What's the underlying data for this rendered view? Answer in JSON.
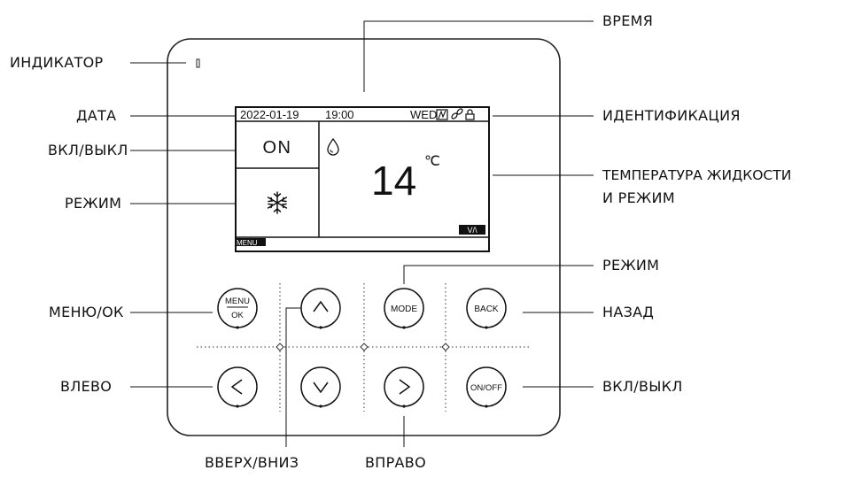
{
  "callouts": {
    "indicator": "ИНДИКАТОР",
    "time": "ВРЕМЯ",
    "date": "ДАТА",
    "identification": "ИДЕНТИФИКАЦИЯ",
    "on_off_top": "ВКЛ/ВЫКЛ",
    "liquid_temp_line1": "ТЕМПЕРАТУРА ЖИДКОСТИ",
    "liquid_temp_line2": "И РЕЖИМ",
    "mode_left": "РЕЖИМ",
    "mode_button": "РЕЖИМ",
    "menu_ok": "МЕНЮ/ОК",
    "back": "НАЗАД",
    "left": "ВЛЕВО",
    "on_off_bottom": "ВКЛ/ВЫКЛ",
    "up_down": "ВВЕРХ/ВНИЗ",
    "right": "ВПРАВО"
  },
  "lcd": {
    "date": "2022-01-19",
    "time": "19:00",
    "weekday": "WED",
    "power_state": "ON",
    "temperature": "14",
    "unit": "℃",
    "menu_label": "MENU",
    "va_label": "V/\\"
  },
  "buttons": {
    "menu_top": "MENU",
    "menu_bottom": "OK",
    "mode": "MODE",
    "back": "BACK",
    "on_off": "ON/OFF"
  }
}
